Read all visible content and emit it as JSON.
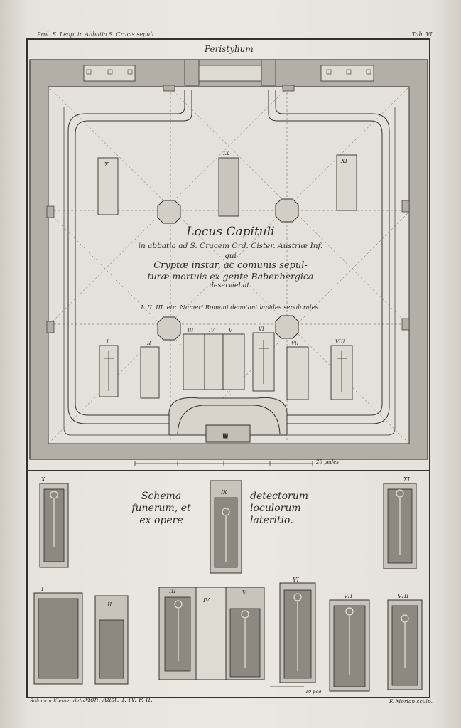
{
  "header": {
    "left": "Prol. S. Leop. in Abbatia S. Crucis sepult.",
    "right": "Tab. VI."
  },
  "plan": {
    "title": "Peristylium",
    "locus_title": "Locus Capituli",
    "locus_line1": "in abbatia ad S. Crucem Ord. Cister. Austriæ Inf.",
    "locus_line2": "qui",
    "locus_line3": "Cryptæ instar, ac comunis sepul-",
    "locus_line4": "turæ mortuis ex gente Babenbergica",
    "locus_line5": "deserviebat.",
    "note": "I. II. III. etc. Numeri Romani denotant lapides sepulcrales.",
    "numerals": [
      "I",
      "II",
      "III",
      "IV",
      "V",
      "VI",
      "VII",
      "VIII",
      "IX",
      "X",
      "XI"
    ],
    "scale_label": "20 pedes"
  },
  "schema": {
    "left_line1": "Schema",
    "left_line2": "funerum, et",
    "left_line3": "ex opere",
    "right_line1": "detectorum",
    "right_line2": "loculorum",
    "right_line3": "lateritio.",
    "scale_label": "10 ped."
  },
  "footer": {
    "left": "Salomon Kleiner delin.",
    "mid": "Mon. Aust. T. IV. P. II.",
    "right": "F. Morian sculp."
  },
  "colors": {
    "paper": "#ebe8e2",
    "ink": "#2b2823",
    "wall": "#aeaaa2"
  }
}
